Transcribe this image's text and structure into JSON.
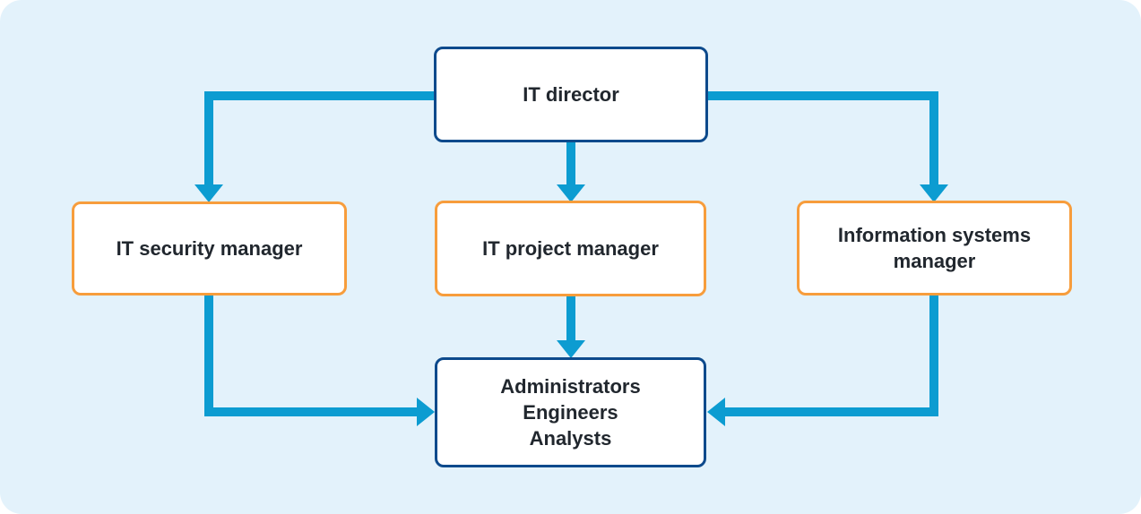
{
  "diagram": {
    "type": "org-chart",
    "colors": {
      "background": "#e3f2fb",
      "connector": "#0c9cd1",
      "primary_border": "#0d4a8c",
      "secondary_border": "#f79d3c",
      "node_background": "#ffffff",
      "text": "#21272e"
    },
    "nodes": [
      {
        "id": "it-director",
        "label": "IT director",
        "style": "primary"
      },
      {
        "id": "it-security-manager",
        "label": "IT security manager",
        "style": "secondary"
      },
      {
        "id": "it-project-manager",
        "label": "IT project manager",
        "style": "secondary"
      },
      {
        "id": "information-systems-manager",
        "label": "Information systems manager",
        "style": "secondary"
      },
      {
        "id": "staff",
        "label": "Administrators Engineers Analysts",
        "lines": [
          "Administrators",
          "Engineers",
          "Analysts"
        ],
        "style": "primary"
      }
    ],
    "edges": [
      {
        "from": "it-director",
        "to": "it-security-manager"
      },
      {
        "from": "it-director",
        "to": "it-project-manager"
      },
      {
        "from": "it-director",
        "to": "information-systems-manager"
      },
      {
        "from": "it-security-manager",
        "to": "staff"
      },
      {
        "from": "it-project-manager",
        "to": "staff"
      },
      {
        "from": "information-systems-manager",
        "to": "staff"
      }
    ]
  }
}
